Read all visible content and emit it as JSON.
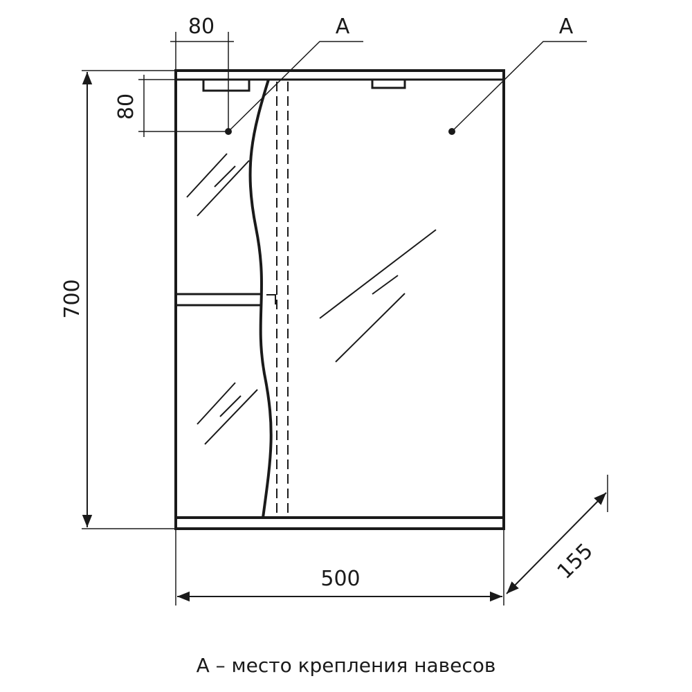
{
  "dimensions": {
    "width": "500",
    "height": "700",
    "depth": "155",
    "hanger_offset_x": "80",
    "hanger_offset_y": "80"
  },
  "markers": {
    "left_label": "A",
    "right_label": "A"
  },
  "caption": "А – место крепления навесов",
  "colors": {
    "line": "#1a1a1a",
    "background": "#ffffff"
  }
}
